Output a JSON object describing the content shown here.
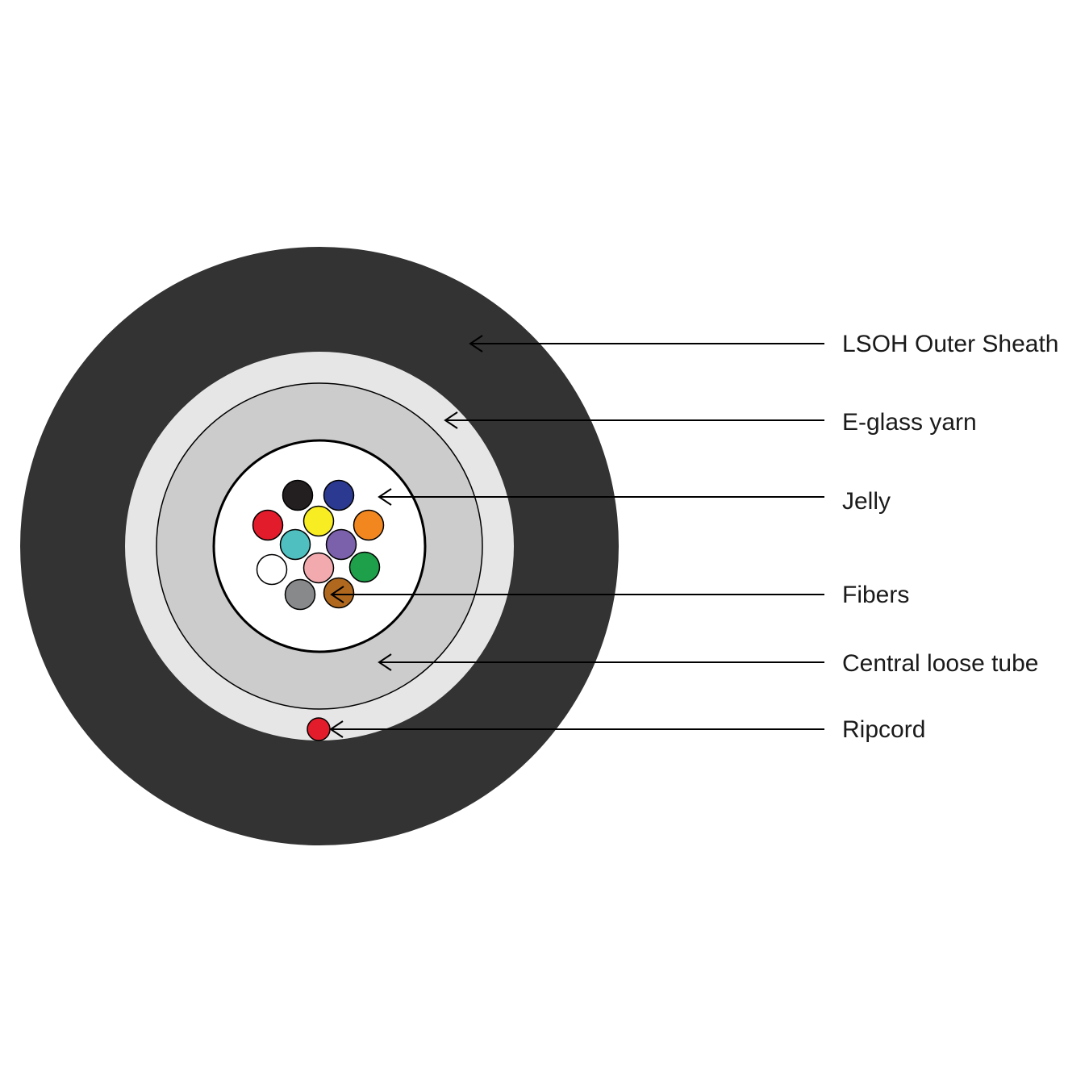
{
  "colors": {
    "outer_sheath": "#333333",
    "eglass_yarn": "#e6e6e6",
    "loose_tube": "#cccccc",
    "jelly": "#ffffff",
    "ripcord": "#e21c2a",
    "outline": "#000000"
  },
  "fibers": [
    {
      "color_name": "black",
      "color": "#231f20"
    },
    {
      "color_name": "blue",
      "color": "#2b3990"
    },
    {
      "color_name": "red",
      "color": "#e21c2a"
    },
    {
      "color_name": "yellow",
      "color": "#f8ec23"
    },
    {
      "color_name": "orange",
      "color": "#f28720"
    },
    {
      "color_name": "aqua",
      "color": "#4fbfbf"
    },
    {
      "color_name": "violet",
      "color": "#7b60ab"
    },
    {
      "color_name": "white",
      "color": "#ffffff"
    },
    {
      "color_name": "rose",
      "color": "#f3aaae"
    },
    {
      "color_name": "green",
      "color": "#1ea04a"
    },
    {
      "color_name": "slate",
      "color": "#87898b"
    },
    {
      "color_name": "brown",
      "color": "#b0681e"
    }
  ],
  "callouts": {
    "outer_sheath": "LSOH Outer Sheath",
    "eglass_yarn": "E-glass yarn",
    "jelly": "Jelly",
    "fibers": "Fibers",
    "loose_tube": "Central loose tube",
    "ripcord": "Ripcord"
  }
}
